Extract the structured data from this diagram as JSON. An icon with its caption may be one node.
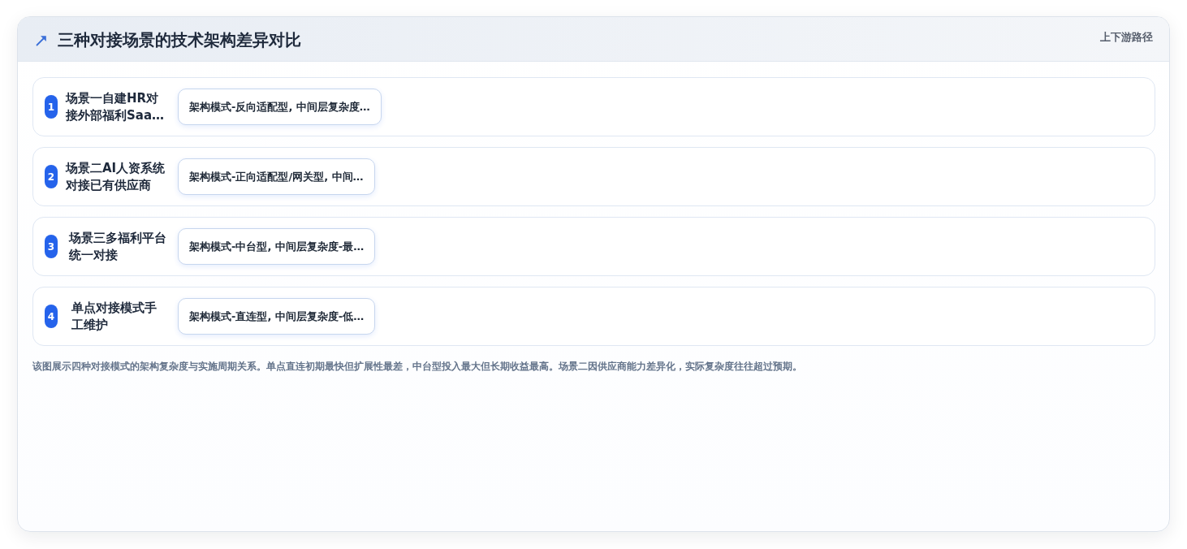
{
  "diagram": {
    "title": "三种对接场景的技术架构差异对比",
    "nodes": [
      {
        "text": [
          "场景一自建HR对接外部福利Saa…"
        ]
      },
      {
        "text": [
          "1"
        ],
        "in": 0
      },
      {
        "text": [
          "架构模式-反向适配型, 中间层复杂度…"
        ],
        "in": 0
      },
      {
        "text": [
          "场景二AI人资系统对接已有供应商"
        ]
      },
      {
        "text": [
          "2"
        ],
        "in": 3
      },
      {
        "text": [
          "架构模式-正向适配型/网关型, 中间…"
        ],
        "in": 3
      },
      {
        "text": [
          "场景三多福利平台统一对接"
        ]
      },
      {
        "text": [
          "3"
        ],
        "in": 6
      },
      {
        "text": [
          "架构模式-中台型, 中间层复杂度-最…"
        ],
        "in": 6
      },
      {
        "text": [
          "单点对接模式手工维护"
        ]
      },
      {
        "text": [
          "4"
        ],
        "in": 9
      },
      {
        "text": [
          "架构模式-直连型, 中间层复杂度-低…"
        ],
        "in": 9
      }
    ],
    "labels": [
      "上下游路径"
    ],
    "caption": "该图展示四种对接模式的架构复杂度与实施周期关系。单点直连初期最快但扩展性最差，中台型投入最大但长期收益最高。场景二因供应商能力差异化，实际复杂度往往超过预期。"
  }
}
